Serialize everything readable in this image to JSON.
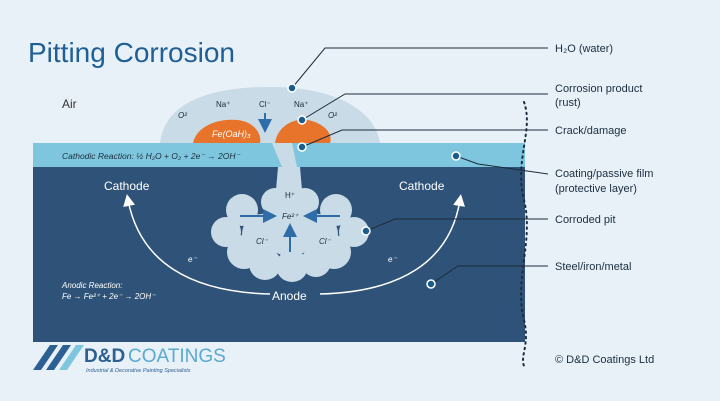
{
  "title": "Pitting Corrosion",
  "air_label": "Air",
  "droplet": {
    "o2_left": "O²",
    "na_left": "Na⁺",
    "cl": "Cl⁻",
    "na_right": "Na⁺",
    "o2_right": "O²",
    "rust_formula": "Fe(OaH)₃"
  },
  "cathodic_reaction": "Cathodic Reaction: ½ H₂O + O₂ + 2e⁻ → 2OH⁻",
  "metal": {
    "cathode_left": "Cathode",
    "cathode_right": "Cathode",
    "anode": "Anode",
    "h_plus": "H⁺",
    "fe_ion": "Fe²⁺",
    "cl_left": "Cl⁻",
    "cl_right": "Cl⁻",
    "electron_left": "e⁻",
    "electron_right": "e⁻",
    "anodic_title": "Anodic Reaction:",
    "anodic_eq": "Fe → Fe²⁺ + 2e⁻ → 2OH⁻"
  },
  "callouts": {
    "water": "H₂O (water)",
    "rust_line1": "Corrosion product",
    "rust_line2": "(rust)",
    "crack": "Crack/damage",
    "coating_line1": "Coating/passive film",
    "coating_line2": "(protective layer)",
    "pit": "Corroded pit",
    "steel": "Steel/iron/metal"
  },
  "logo": {
    "brand_bold": "D&D",
    "brand_light": "COATINGS",
    "tagline": "Industrial & Decorative Painting Specialists"
  },
  "copyright": "© D&D Coatings Ltd",
  "colors": {
    "background": "#e8f1f8",
    "metal": "#2f5378",
    "coating": "#7ec6de",
    "droplet": "#c9dbe7",
    "rust": "#e8732a",
    "title": "#1f5f95",
    "callout_line": "#1d2b3a",
    "dot": "#1a5c8c"
  }
}
